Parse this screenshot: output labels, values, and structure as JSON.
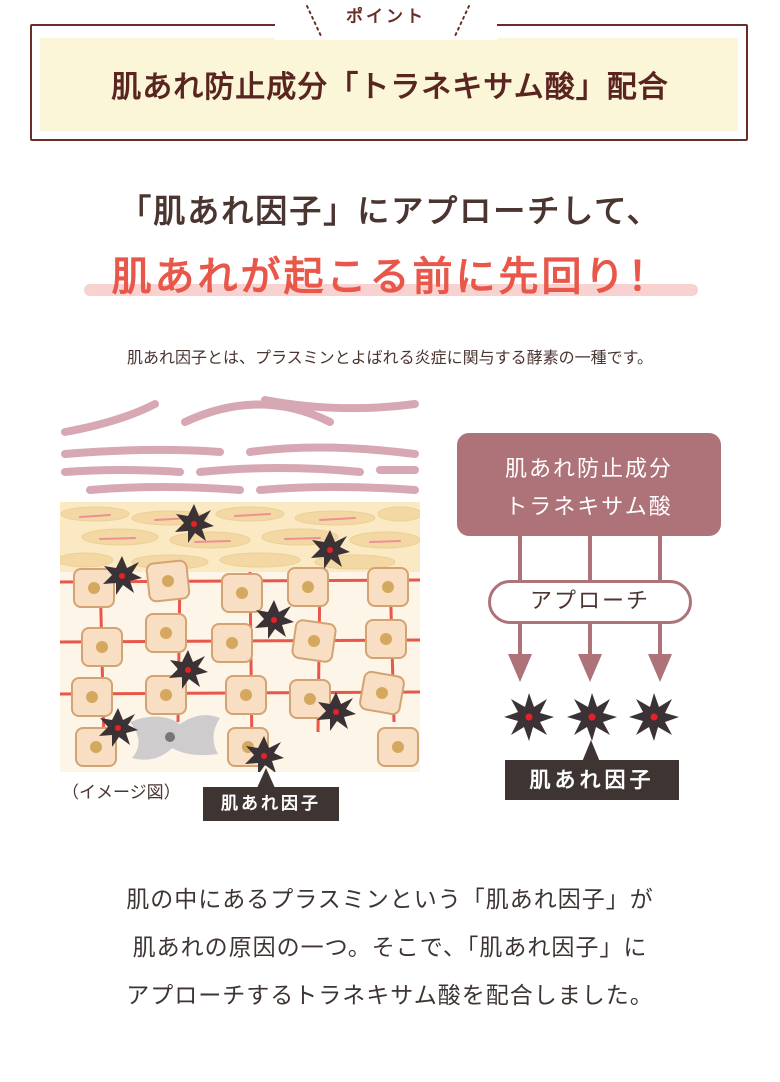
{
  "point": {
    "label": "ポイント",
    "headline": "肌あれ防止成分「トラネキサム酸」配合"
  },
  "subheadline": {
    "line1": "「肌あれ因子」にアプローチして、",
    "line2": "肌あれが起こる前に先回り！"
  },
  "description": "肌あれ因子とは、プラスミンとよばれる炎症に関与する酵素の一種です。",
  "illustration": {
    "caption": "（イメージ図）",
    "factor_label": "肌あれ因子"
  },
  "mechanism": {
    "ingredient_line1": "肌あれ防止成分",
    "ingredient_line2": "トラネキサム酸",
    "approach_label": "アプローチ",
    "factor_label": "肌あれ因子"
  },
  "body": {
    "line1": "肌の中にあるプラスミンという「肌あれ因子」が",
    "line2": "肌あれの原因の一つ。そこで、「肌あれ因子」に",
    "line3": "アプローチするトラネキサム酸を配合しました。"
  },
  "colors": {
    "frame": "#6b2d28",
    "frame_fill": "#fbf6d8",
    "accent_red": "#e8574a",
    "underline_pink": "#f7d2d0",
    "ingredient_box": "#ae7279",
    "dark_tag": "#3e3533"
  }
}
